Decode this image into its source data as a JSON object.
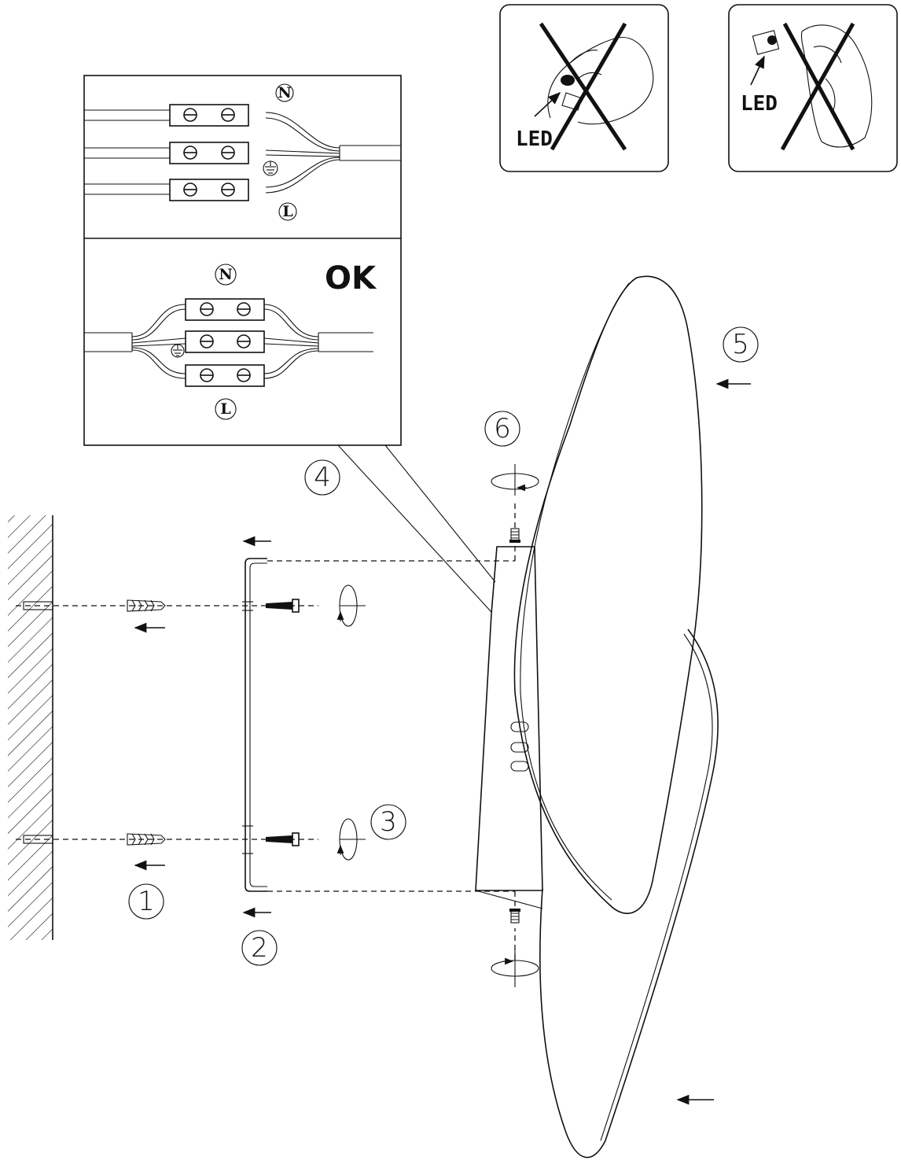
{
  "labels": {
    "top_panel": {
      "neutral": "N",
      "live": "L"
    },
    "ok_panel": {
      "neutral": "N",
      "live": "L",
      "ok": "OK"
    },
    "warning_1": {
      "led": "LED"
    },
    "warning_2": {
      "led": "LED"
    }
  },
  "steps": [
    "1",
    "2",
    "3",
    "4",
    "5",
    "6"
  ]
}
